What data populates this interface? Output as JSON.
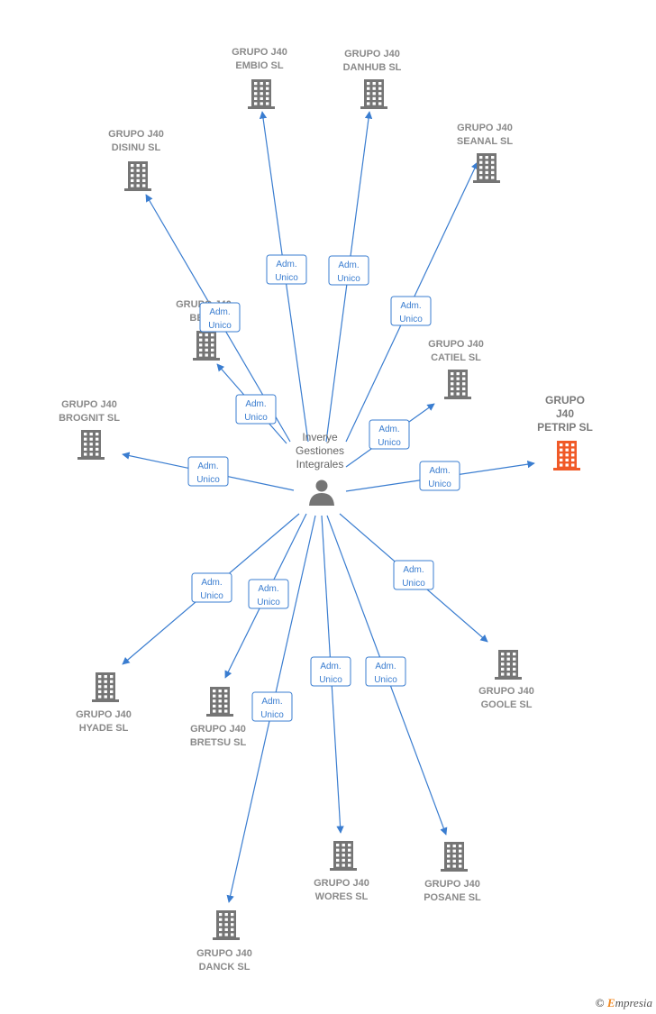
{
  "colors": {
    "edge": "#3a7dd0",
    "node": "#757575",
    "highlight": "#f05a28"
  },
  "center": {
    "label_lines": [
      "Inverye",
      "Gestiones",
      "Integrales"
    ],
    "icon": "person-icon"
  },
  "edge_label_lines": [
    "Adm.",
    "Unico"
  ],
  "companies": [
    {
      "id": "embio",
      "lines": [
        "GRUPO J40",
        "EMBIO  SL"
      ]
    },
    {
      "id": "danhub",
      "lines": [
        "GRUPO J40",
        "DANHUB  SL"
      ]
    },
    {
      "id": "disinu",
      "lines": [
        "GRUPO J40",
        "DISINU  SL"
      ]
    },
    {
      "id": "seanal",
      "lines": [
        "GRUPO J40",
        "SEANAL  SL"
      ]
    },
    {
      "id": "bera",
      "lines": [
        "GRUPO J40",
        "BERA"
      ]
    },
    {
      "id": "catiel",
      "lines": [
        "GRUPO J40",
        "CATIEL  SL"
      ]
    },
    {
      "id": "brognit",
      "lines": [
        "GRUPO J40",
        "BROGNIT  SL"
      ]
    },
    {
      "id": "petrip",
      "lines": [
        "GRUPO",
        "J40",
        "PETRIP  SL"
      ],
      "highlight": true
    },
    {
      "id": "hyade",
      "lines": [
        "GRUPO J40",
        "HYADE  SL"
      ]
    },
    {
      "id": "bretsu",
      "lines": [
        "GRUPO J40",
        "BRETSU  SL"
      ]
    },
    {
      "id": "goole",
      "lines": [
        "GRUPO J40",
        "GOOLE  SL"
      ]
    },
    {
      "id": "wores",
      "lines": [
        "GRUPO J40",
        "WORES  SL"
      ]
    },
    {
      "id": "posane",
      "lines": [
        "GRUPO J40",
        "POSANE  SL"
      ]
    },
    {
      "id": "danck",
      "lines": [
        "GRUPO J40",
        "DANCK  SL"
      ]
    }
  ],
  "footer": {
    "copyright": "©",
    "brand_first": "E",
    "brand_rest": "mpresia"
  }
}
